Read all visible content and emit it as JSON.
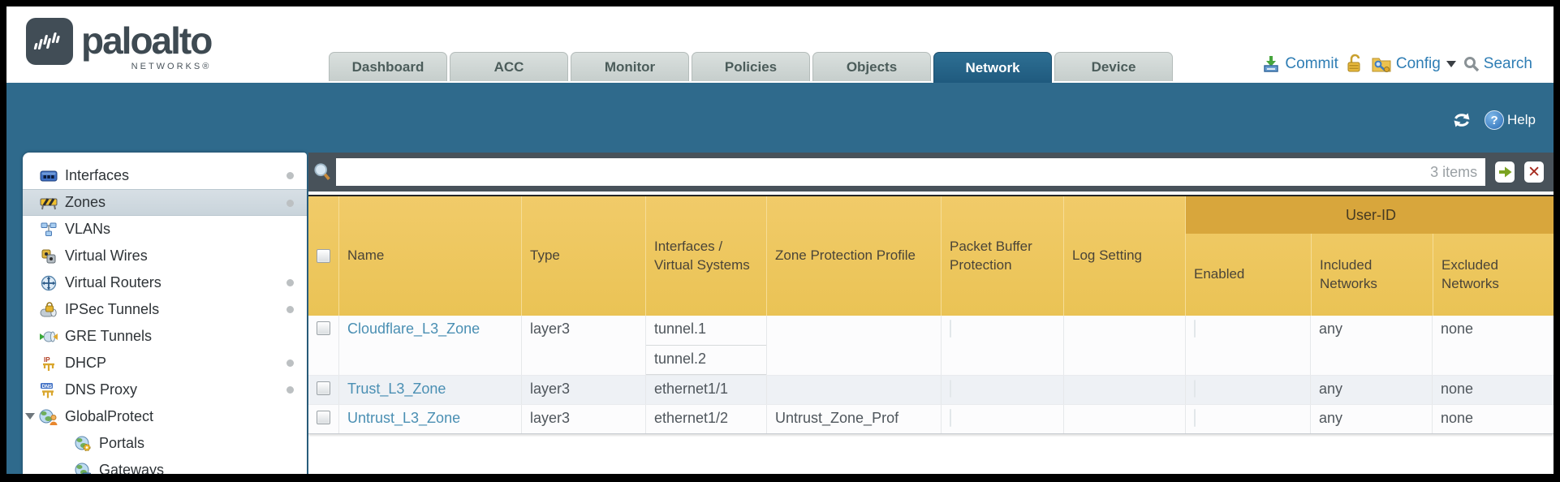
{
  "brand": {
    "name": "paloalto",
    "sub": "NETWORKS®"
  },
  "tabs": [
    {
      "label": "Dashboard"
    },
    {
      "label": "ACC"
    },
    {
      "label": "Monitor"
    },
    {
      "label": "Policies"
    },
    {
      "label": "Objects"
    },
    {
      "label": "Network",
      "active": true
    },
    {
      "label": "Device"
    }
  ],
  "utilities": {
    "commit": "Commit",
    "config": "Config",
    "search": "Search"
  },
  "toolbar": {
    "help": "Help"
  },
  "icons": {
    "help_glyph": "?",
    "close_glyph": "✕"
  },
  "sidebar": {
    "items": [
      {
        "label": "Interfaces",
        "dot": true
      },
      {
        "label": "Zones",
        "dot": true,
        "selected": true
      },
      {
        "label": "VLANs"
      },
      {
        "label": "Virtual Wires"
      },
      {
        "label": "Virtual Routers",
        "dot": true
      },
      {
        "label": "IPSec Tunnels",
        "dot": true
      },
      {
        "label": "GRE Tunnels"
      },
      {
        "label": "DHCP",
        "dot": true
      },
      {
        "label": "DNS Proxy",
        "dot": true
      },
      {
        "label": "GlobalProtect",
        "expanded": true
      },
      {
        "label": "Portals",
        "child": true
      },
      {
        "label": "Gateways",
        "child": true
      }
    ]
  },
  "search": {
    "value": "",
    "count": "3 items"
  },
  "table": {
    "group_label": "User-ID",
    "columns": [
      "Name",
      "Type",
      "Interfaces / Virtual Systems",
      "Zone Protection Profile",
      "Packet Buffer Protection",
      "Log Setting",
      "Enabled",
      "Included Networks",
      "Excluded Networks"
    ],
    "rows": [
      {
        "name": "Cloudflare_L3_Zone",
        "type": "layer3",
        "interfaces": [
          "tunnel.1",
          "tunnel.2"
        ],
        "zone_protection_profile": "",
        "log_setting": "",
        "included_networks": "any",
        "excluded_networks": "none"
      },
      {
        "name": "Trust_L3_Zone",
        "type": "layer3",
        "interfaces": [
          "ethernet1/1"
        ],
        "zone_protection_profile": "",
        "log_setting": "",
        "included_networks": "any",
        "excluded_networks": "none"
      },
      {
        "name": "Untrust_L3_Zone",
        "type": "layer3",
        "interfaces": [
          "ethernet1/2"
        ],
        "zone_protection_profile": "Untrust_Zone_Prof",
        "log_setting": "",
        "included_networks": "any",
        "excluded_networks": "none"
      }
    ]
  },
  "colors": {
    "teal_band": "#2f6a8c",
    "toolbar_slate": "#48525a",
    "header_amber": "#eac355",
    "user_id_band": "#d8a63c",
    "link_blue": "#4a8fb3",
    "util_blue": "#2e7db4",
    "active_tab": "#1f5a7e",
    "stripe_row": "#eef1f5"
  }
}
